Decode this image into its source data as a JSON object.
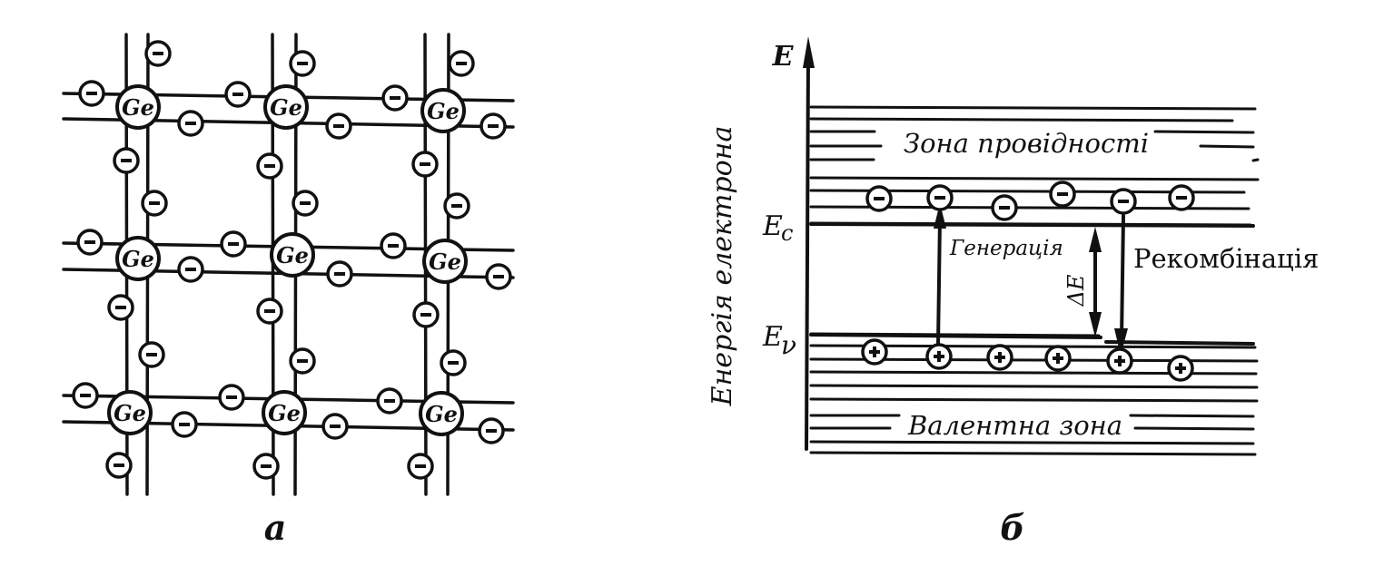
{
  "panel_a": {
    "atom_label": "Ge",
    "electron_sign": "−",
    "caption": "а"
  },
  "panel_b": {
    "axis_symbol": "E",
    "axis_title": "Енергія електрона",
    "conduction_band_label": "Зона провідності",
    "valence_band_label": "Валентна зона",
    "ec_label": "E",
    "ec_sub": "c",
    "ev_label": "E",
    "ev_sub": "ν",
    "generation_label": "Генерація",
    "recombination_label": "Рекомбінація",
    "gap_label": "ΔE",
    "electron_sign": "−",
    "hole_sign": "+",
    "caption": "б"
  },
  "colors": {
    "ink": "#111111",
    "background": "#ffffff"
  }
}
